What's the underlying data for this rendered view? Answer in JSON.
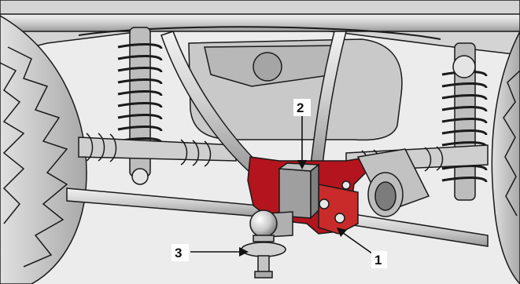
{
  "callouts": [
    {
      "id": "1",
      "label": "1"
    },
    {
      "id": "2",
      "label": "2"
    },
    {
      "id": "3",
      "label": "3"
    }
  ],
  "colors": {
    "highlight": "#b3141d",
    "line": "#1a1a1a",
    "background": "#ffffff",
    "shading": "#d9d9d9"
  }
}
